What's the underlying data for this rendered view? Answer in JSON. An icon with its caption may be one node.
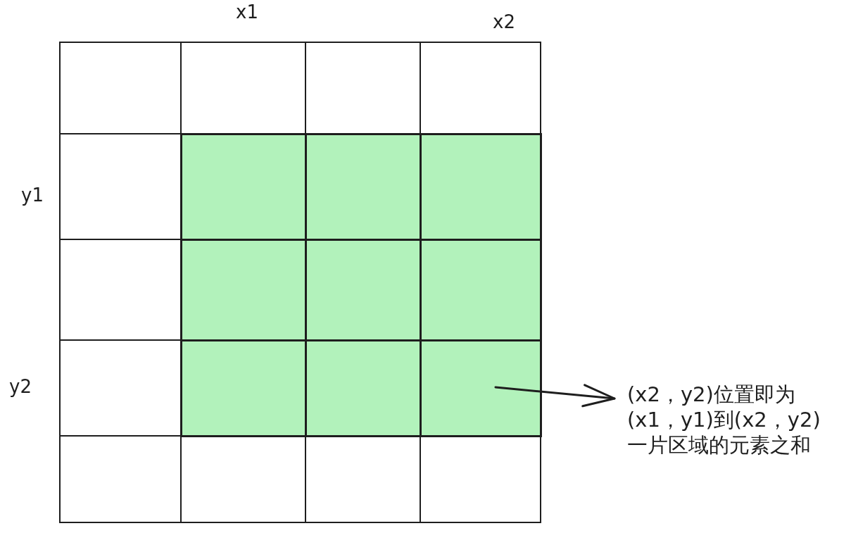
{
  "diagram": {
    "nodes": [
      {
        "text": [],
        "shape": "box"
      },
      {
        "text": [
          "(x2，y2)位置即为(x1，y1)到(x2，y2)一片区域的元素之和"
        ]
      }
    ],
    "edges": [
      {
        "from": 0,
        "to": 1,
        "arrow": "to"
      }
    ],
    "labels": [
      "x1",
      "x2",
      "y1",
      "y2"
    ]
  }
}
